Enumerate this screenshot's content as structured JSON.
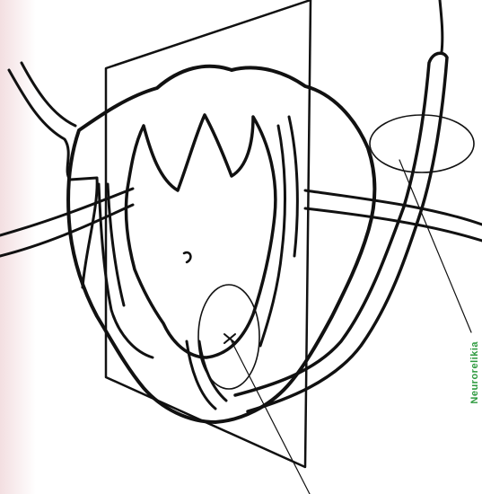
{
  "figure": {
    "side_label": "Neurorelikia"
  },
  "colors": {
    "ink": "#111111",
    "paper": "#ffffff",
    "label_green": "#2e9a3f",
    "left_edge_tint": "#e9c4c8"
  },
  "icons": {
    "organ": "sponge-outline",
    "focus": "cross-mark"
  }
}
